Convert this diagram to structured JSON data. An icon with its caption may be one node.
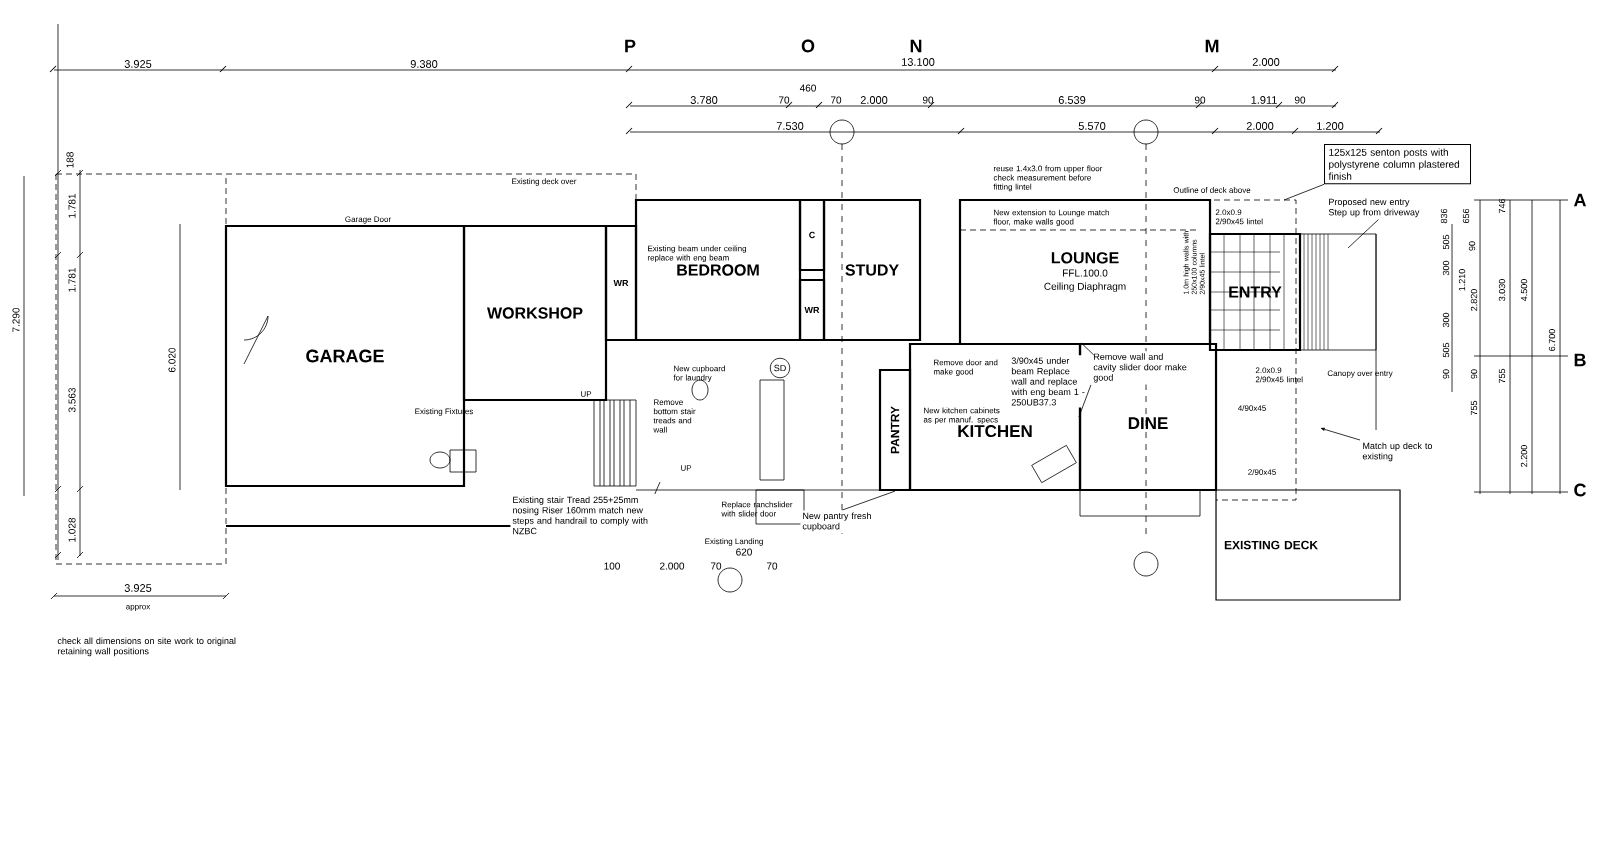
{
  "diagram": {
    "nodes": [
      {
        "text": [
          "GARAGE"
        ]
      },
      {
        "text": [
          "WORKSHOP"
        ]
      },
      {
        "text": [
          "WR"
        ]
      },
      {
        "text": [
          "BEDROOM"
        ]
      },
      {
        "text": [
          "C"
        ]
      },
      {
        "text": [
          "STUDY"
        ]
      },
      {
        "text": [
          "WR"
        ]
      },
      {
        "text": [
          "LOUNGE",
          "FFL.100.0",
          "Ceiling Diaphragm"
        ]
      },
      {
        "text": [
          "ENTRY"
        ]
      },
      {
        "text": [
          "KITCHEN"
        ]
      },
      {
        "text": [
          "PANTRY"
        ]
      },
      {
        "text": [
          "DINE"
        ]
      },
      {
        "text": [
          "EXISTING DECK"
        ]
      },
      {
        "text": [
          "SD"
        ]
      },
      {
        "text": [
          "125x125 senton posts with polystyrene column plastered finish"
        ]
      },
      {
        "text": [
          "Proposed new entry Step up from driveway"
        ]
      },
      {
        "text": [
          "Existing stair Tread 255+25mm nosing Riser 160mm match new steps and handrail to comply with NZBC"
        ]
      },
      {
        "text": [
          "New pantry fresh cupboard"
        ]
      },
      {
        "text": [
          "3/90x45 under beam Replace wall and replace with eng beam 1 - 250UB37.3"
        ],
        "in": 9
      },
      {
        "text": [
          "Remove wall and cavity slider door make good"
        ],
        "in": 11
      },
      {
        "text": [
          "Match up deck to existing"
        ]
      }
    ],
    "edges": [
      {
        "from": 14,
        "to": null,
        "arrow": "none"
      },
      {
        "from": 15,
        "to": null,
        "arrow": "none"
      },
      {
        "from": 16,
        "to": null,
        "arrow": "none"
      },
      {
        "from": 17,
        "to": 10,
        "arrow": "none"
      },
      {
        "from": 18,
        "to": 9,
        "arrow": "none"
      },
      {
        "from": 19,
        "to": 11,
        "arrow": "none"
      },
      {
        "from": 20,
        "to": null,
        "arrow": "to"
      }
    ],
    "labels": [
      "P",
      "O",
      "N",
      "M",
      "3.925",
      "9.380",
      "13.100",
      "2.000",
      "3.780",
      "70",
      "460",
      "70",
      "2.000",
      "90",
      "6.539",
      "90",
      "1.911",
      "90",
      "7.530",
      "5.570",
      "2.000",
      "1.200",
      "188",
      "1.781",
      "1.781",
      "7.290",
      "3.563",
      "6.020",
      "1.028",
      "3.925",
      "approx",
      "check all dimensions on site work to original retaining wall positions",
      "Existing deck over",
      "Garage Door",
      "Existing beam under ceiling replace with eng beam",
      "reuse 1.4x3.0 from upper floor check measurement before fitting lintel",
      "Outline of deck above",
      "New extension to Lounge match floor, make walls good",
      "2.0x0.9 2/90x45 lintel",
      "1.0m high walls with 250x100 columns 2/90x45 lintel",
      "A",
      "836",
      "656",
      "746",
      "505",
      "90",
      "300",
      "1.210",
      "2.820",
      "3.030",
      "4.500",
      "300",
      "505",
      "90",
      "90",
      "755",
      "755",
      "6.700",
      "B",
      "2.200",
      "C",
      "Canopy over entry",
      "2.0x0.9 2/90x45 lintel",
      "4/90x45",
      "2/90x45",
      "Existing Fixtures",
      "New cupboard for laundry",
      "Remove bottom stair treads and wall",
      "UP",
      "UP",
      "Replace ranchslider with slider door",
      "Existing Landing",
      "100",
      "2.000",
      "70",
      "620",
      "70",
      "Remove door and make good",
      "New kitchen cabinets as per manuf. specs"
    ]
  }
}
